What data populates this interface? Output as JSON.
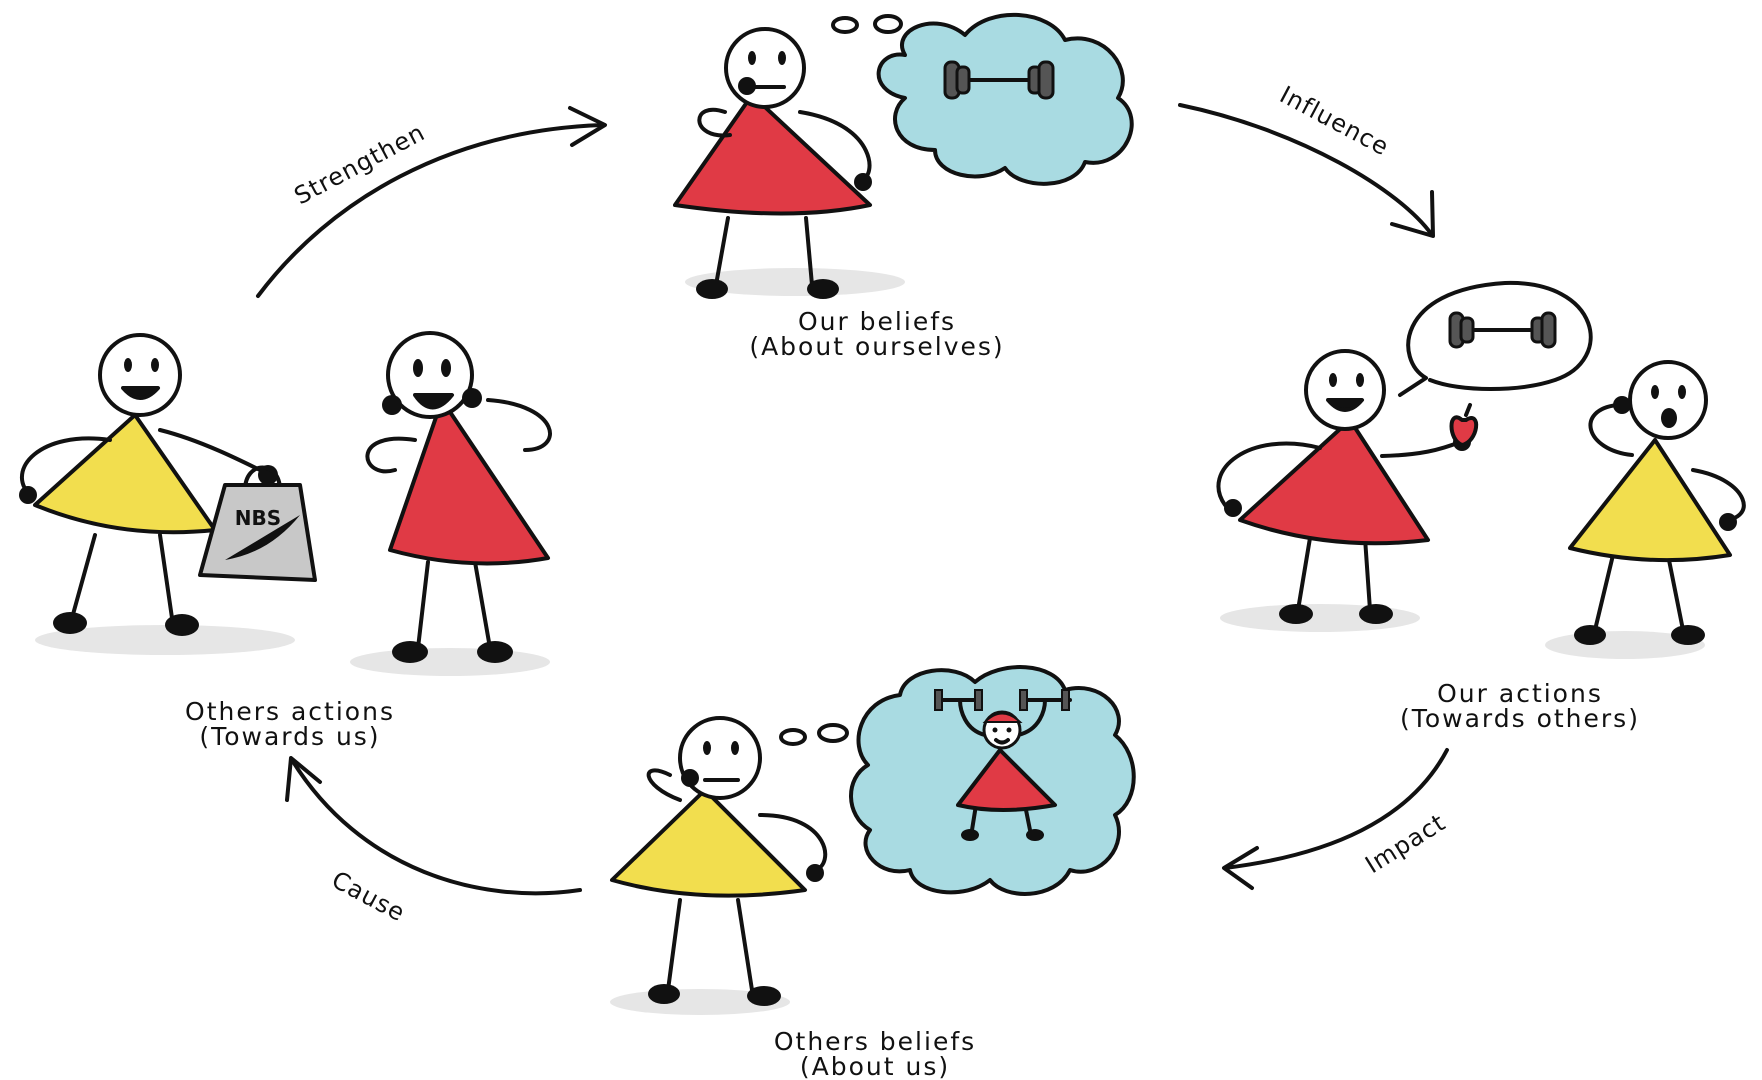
{
  "nodes": {
    "our_beliefs": {
      "line1": "Our beliefs",
      "line2": "(About ourselves)"
    },
    "our_actions": {
      "line1": "Our actions",
      "line2": "(Towards others)"
    },
    "others_beliefs": {
      "line1": "Others beliefs",
      "line2": "(About us)"
    },
    "others_actions": {
      "line1": "Others actions",
      "line2": "(Towards us)"
    }
  },
  "arrows": {
    "influence": "Influence",
    "impact": "Impact",
    "cause": "Cause",
    "strengthen": "Strengthen"
  },
  "bag_text": "NBS",
  "icons": [
    "dumbbell-icon",
    "apple-icon",
    "shopping-bag-icon",
    "thought-cloud",
    "speech-bubble"
  ],
  "colors": {
    "red": "#e03a45",
    "yellow": "#f2de4e",
    "cloud": "#a9dbe2",
    "bag": "#c8c8c8",
    "shadow": "#e6e6e6"
  }
}
